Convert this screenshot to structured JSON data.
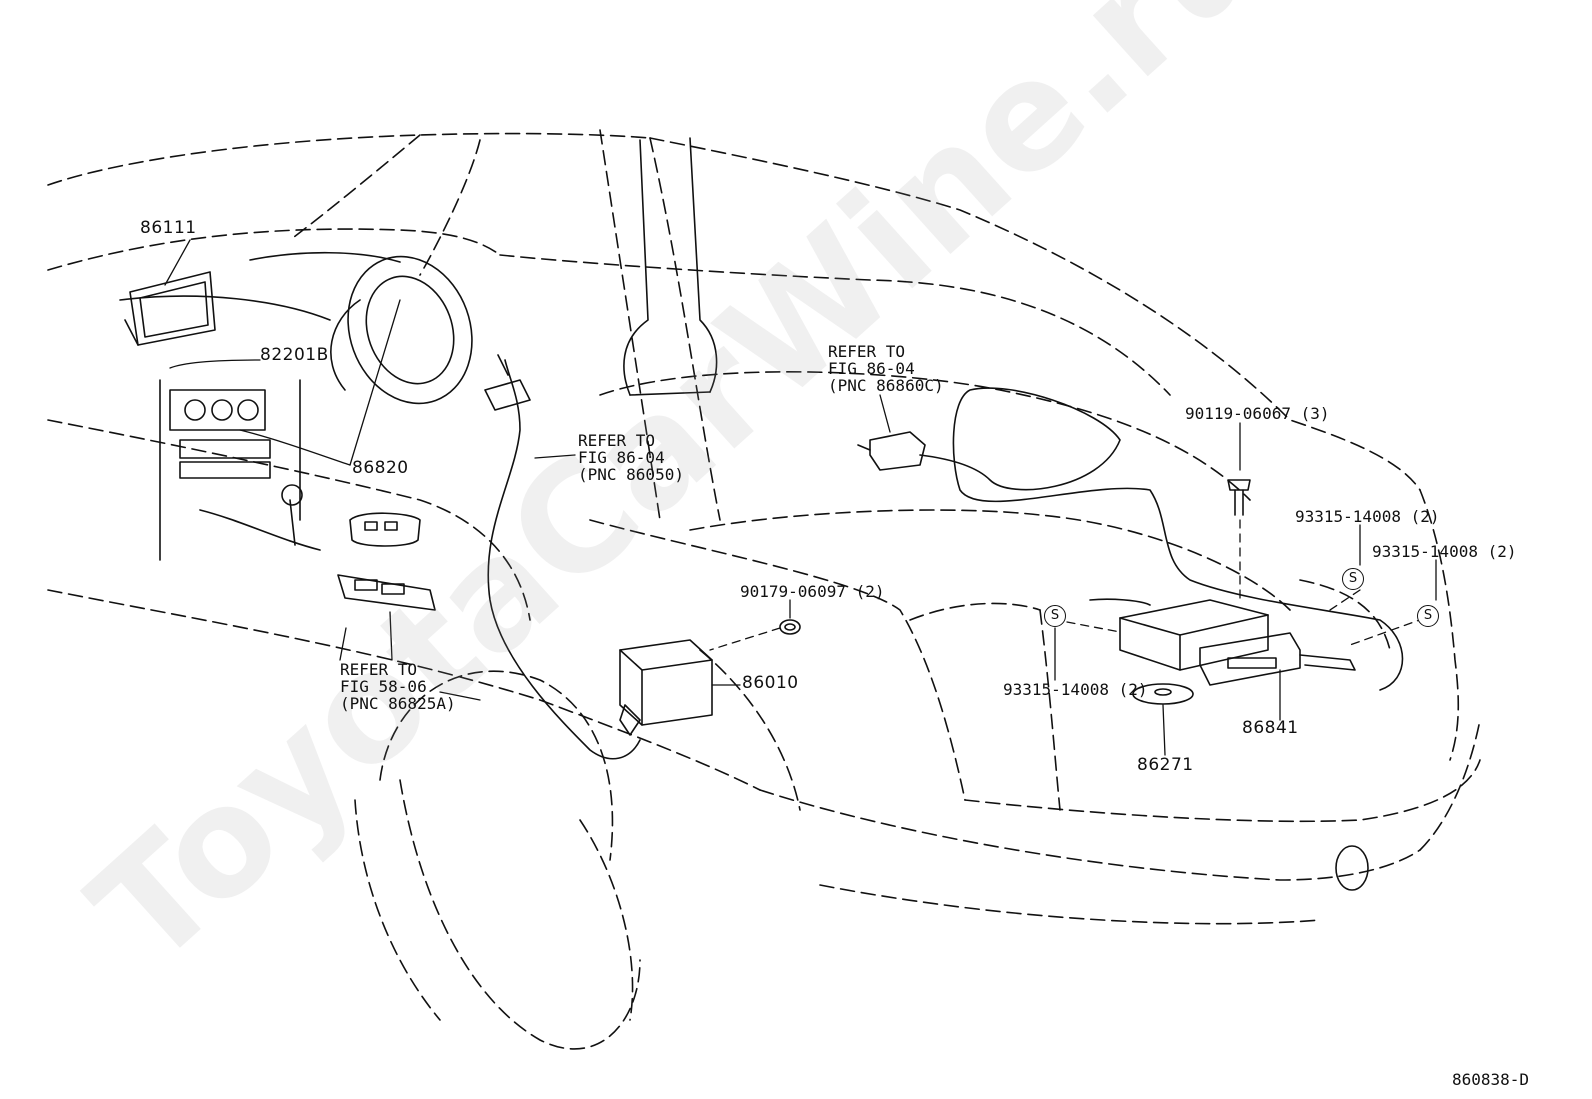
{
  "watermark": "ToyotaCarWine.ru",
  "figure_code": "860838-D",
  "parts": {
    "p86111": "86111",
    "p82201B": "82201B",
    "p86820": "86820",
    "p86010": "86010",
    "p86841": "86841",
    "p86271": "86271",
    "p90179": "90179-06097 (2)",
    "p90119": "90119-06067 (3)",
    "p93315_a": "93315-14008 (2)",
    "p93315_b": "93315-14008 (2)",
    "p93315_c": "93315-14008 (2)"
  },
  "refs": {
    "fig_86_04_pnc_86050": {
      "line1": "REFER TO",
      "line2": "FIG 86-04",
      "line3": "(PNC 86050)"
    },
    "fig_86_04_pnc_86860c": {
      "line1": "REFER TO",
      "line2": "FIG 86-04",
      "line3": "(PNC 86860C)"
    },
    "fig_58_06_pnc_86825a": {
      "line1": "REFER TO",
      "line2": "FIG 58-06",
      "line3": "(PNC 86825A)"
    }
  },
  "symbols": {
    "s": "S"
  },
  "colors": {
    "line": "#111111",
    "background": "#ffffff"
  }
}
